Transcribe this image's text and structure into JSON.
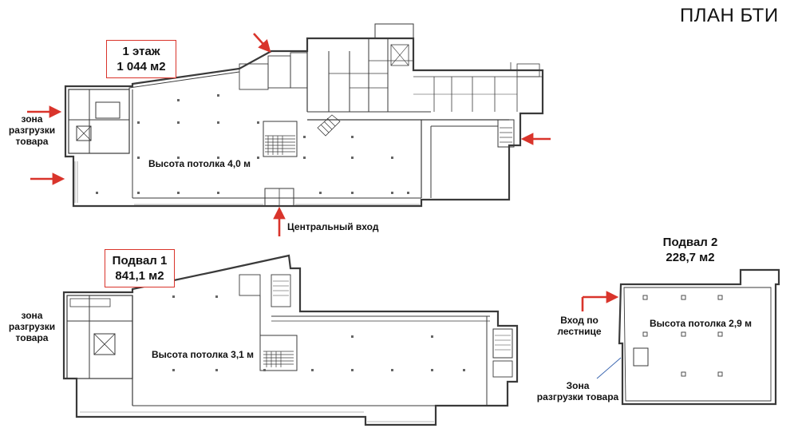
{
  "title": "ПЛАН БТИ",
  "floor1": {
    "name": "1 этаж",
    "area": "1 044 м2",
    "ceiling": "Высота потолка 4,0 м",
    "entrance": "Центральный вход",
    "unloading": "зона\nразгрузки\nтовара"
  },
  "basement1": {
    "name": "Подвал 1",
    "area": "841,1 м2",
    "ceiling": "Высота потолка 3,1 м",
    "unloading": "зона\nразгрузки\nтовара"
  },
  "basement2": {
    "name": "Подвал 2",
    "area": "228,7 м2",
    "ceiling": "Высота потолка 2,9 м",
    "entrance": "Вход по\nлестнице",
    "unloading": "Зона\nразгрузки товара"
  },
  "colors": {
    "accent": "#d9342b",
    "wall": "#3a3a3a",
    "grid": "#8a8a8a",
    "note": "#3a66b0"
  }
}
